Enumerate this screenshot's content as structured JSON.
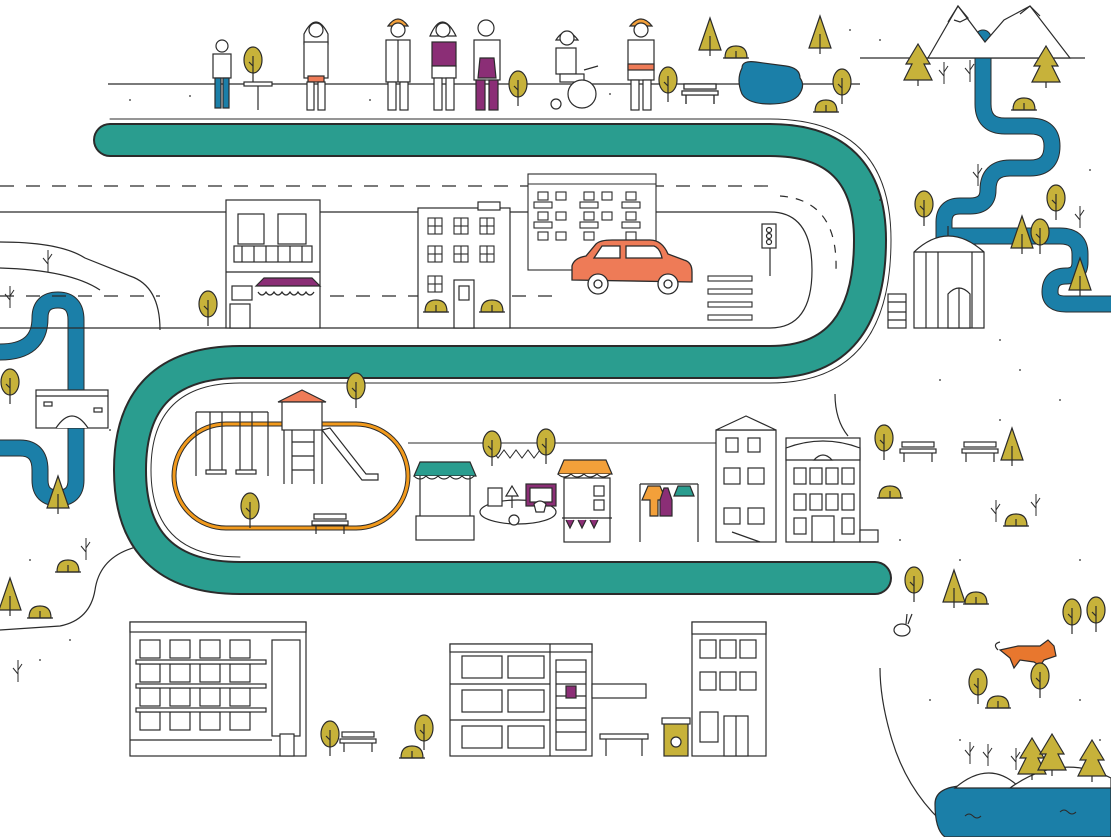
{
  "scene": {
    "title": "",
    "palette": {
      "line": "#2b2b2b",
      "road": "#2a9d8f",
      "water": "#1b7fa8",
      "tree": "#c7b23a",
      "car": "#ee7b57",
      "fox": "#e8772e",
      "purple": "#8b2e76",
      "orange": "#f3a03a",
      "track": "#f29a1c",
      "teal_awning": "#2a9d8f"
    },
    "areas": [
      {
        "name": "main-road-loop"
      },
      {
        "name": "street-with-buildings"
      },
      {
        "name": "playground"
      },
      {
        "name": "market-stalls"
      },
      {
        "name": "apartment-blocks"
      },
      {
        "name": "greenhouse"
      },
      {
        "name": "river"
      },
      {
        "name": "lake"
      },
      {
        "name": "mountains"
      }
    ],
    "people": [
      {
        "role": "boy"
      },
      {
        "role": "woman"
      },
      {
        "role": "worker-with-helmet"
      },
      {
        "role": "woman-with-glasses"
      },
      {
        "role": "bald-man-with-apron"
      },
      {
        "role": "person-in-wheelchair"
      },
      {
        "role": "worker-with-helmet"
      }
    ],
    "icons": [
      "car-icon",
      "traffic-light-icon",
      "fox-icon",
      "rabbit-icon",
      "recycle-bin-icon",
      "bench-icon",
      "tree-icon",
      "mountain-icon"
    ]
  }
}
